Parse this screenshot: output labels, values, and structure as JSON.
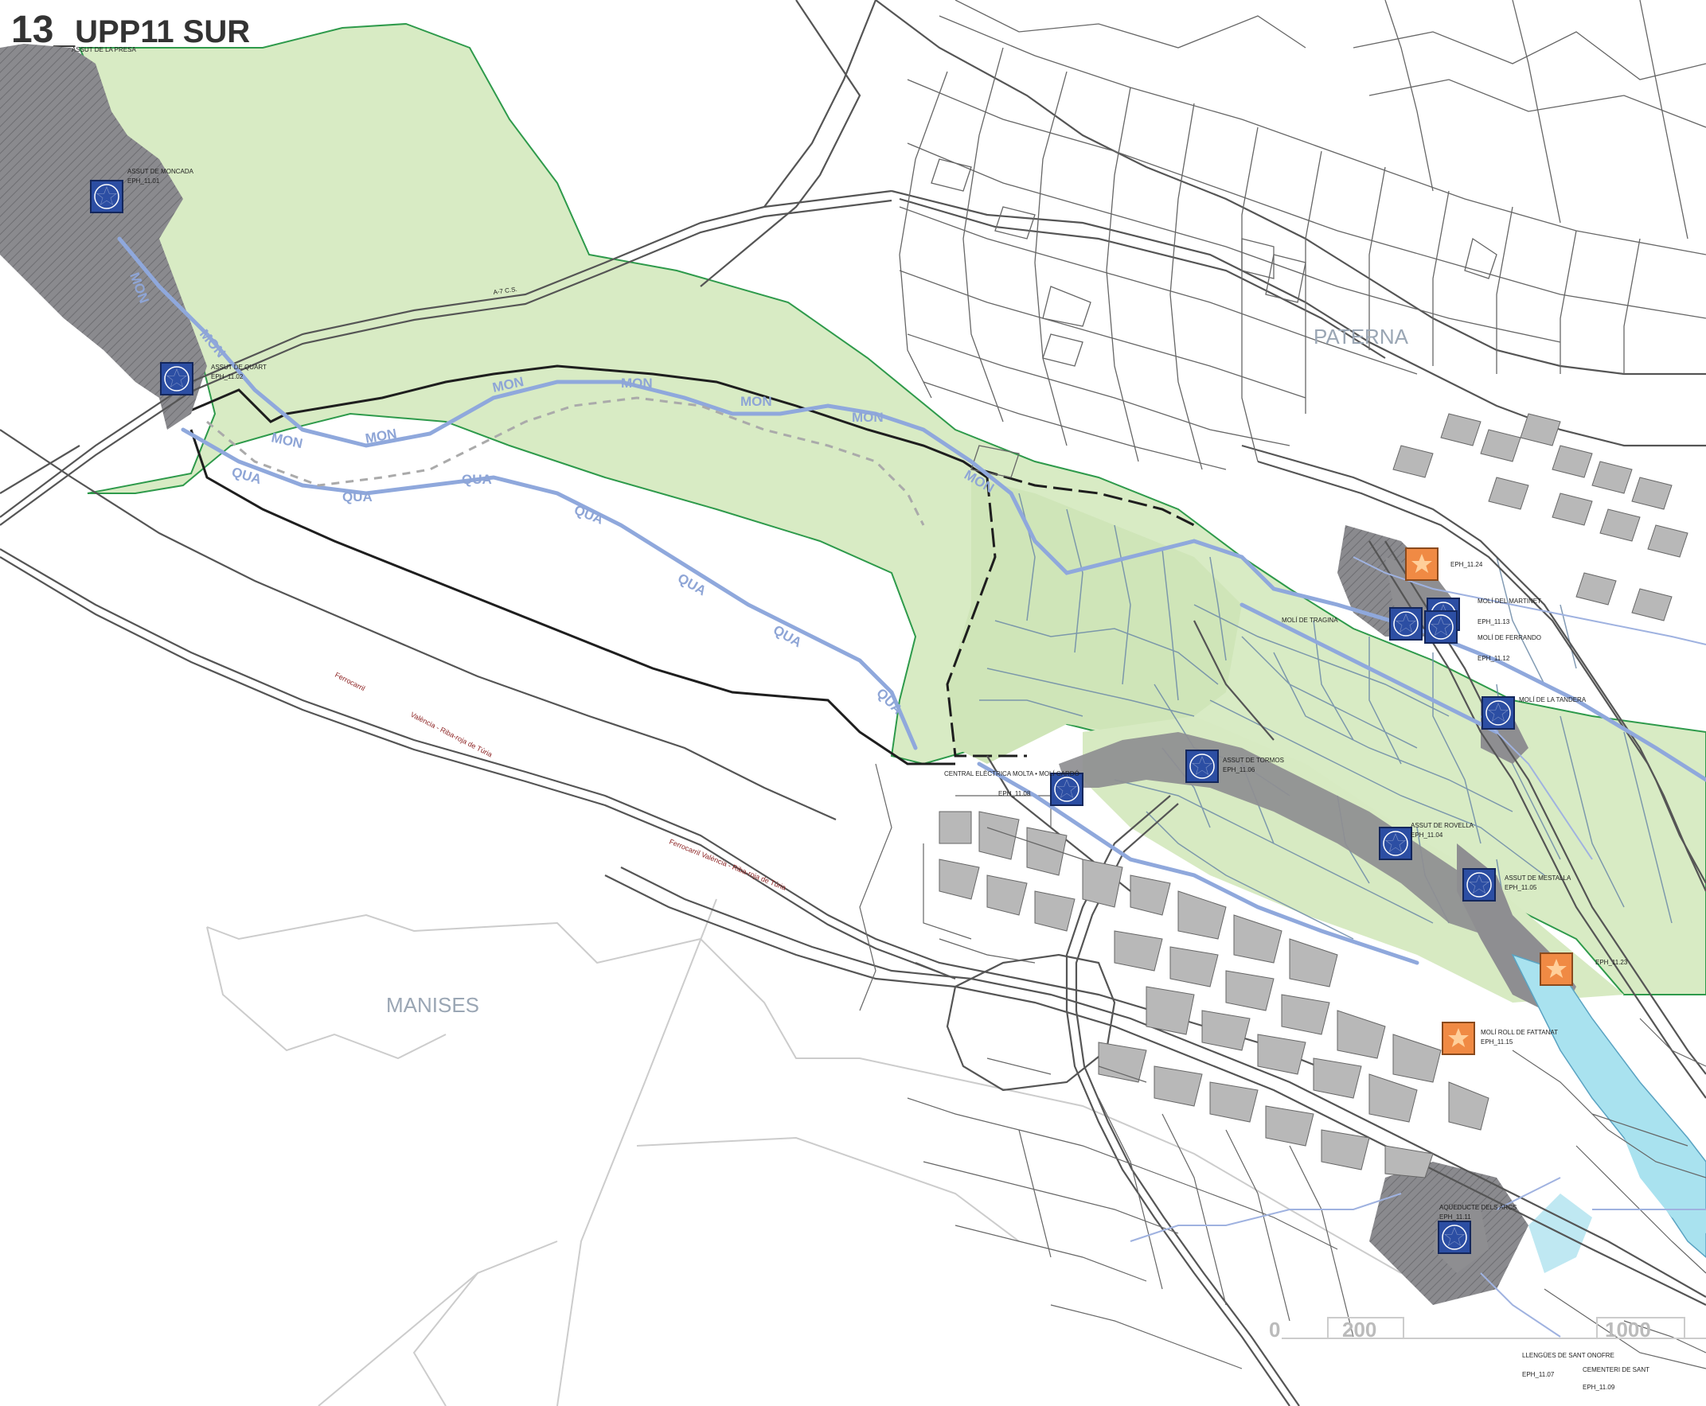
{
  "map": {
    "title_number": "13_",
    "title_name": "UPP11 SUR",
    "places": [
      {
        "id": "paterna",
        "label": "PATERNA"
      },
      {
        "id": "manises",
        "label": "MANISES"
      }
    ],
    "road_labels": [
      {
        "id": "a7",
        "label": "A-7 C.S."
      }
    ],
    "rail_labels": [
      {
        "id": "rail-1",
        "label": "Ferrocarril"
      },
      {
        "id": "rail-2",
        "label": "València - Riba-roja de Túria"
      },
      {
        "id": "rail-3",
        "label": "Ferrocarril València - Riba-roja de Túria"
      }
    ],
    "channel_codes": [
      "MON",
      "QUA"
    ],
    "heritage_sites": [
      {
        "id": "presa",
        "label": "ASSUT DE LA PRESA",
        "code": "",
        "type": "none"
      },
      {
        "id": "moncada",
        "label": "ASSUT DE MONCADA",
        "code": "EPH_11.01",
        "type": "blue-star"
      },
      {
        "id": "quart",
        "label": "ASSUT DE QUART",
        "code": "EPH_11.02",
        "type": "blue-star"
      },
      {
        "id": "central",
        "label": "CENTRAL ELÈCTRICA MOLTA • MOLÍ CARDÓ",
        "code": "EPH_11.08",
        "type": "blue-star"
      },
      {
        "id": "tormos",
        "label": "ASSUT DE TORMOS",
        "code": "EPH_11.06",
        "type": "blue-star"
      },
      {
        "id": "mestalla",
        "label": "ASSUT DE MESTALLA",
        "code": "EPH_11.05",
        "type": "blue-star"
      },
      {
        "id": "rovella",
        "label": "ASSUT DE ROVELLA",
        "code": "EPH_11.04",
        "type": "blue-star"
      },
      {
        "id": "tandera",
        "label": "MOLÍ DE LA TANDERA",
        "code": "",
        "type": "blue-star"
      },
      {
        "id": "martinet",
        "label": "MOLÍ DEL MARTINET",
        "code": "EPH_11.13",
        "type": "blue-star"
      },
      {
        "id": "fernando",
        "label": "MOLÍ DE FERRANDO",
        "code": "EPH_11.12",
        "type": "blue-star"
      },
      {
        "id": "tragina",
        "label": "MOLÍ DE TRAGINA",
        "code": "",
        "type": "blue-star"
      },
      {
        "id": "arcs",
        "label": "AQÜEDUCTE DELS ARCS",
        "code": "EPH_11.11",
        "type": "blue-star"
      },
      {
        "id": "torre",
        "label": "",
        "code": "EPH_11.24",
        "type": "orange-star"
      },
      {
        "id": "orange-2",
        "label": "",
        "code": "EPH_11.23",
        "type": "orange-star"
      },
      {
        "id": "fattanat",
        "label": "MOLÍ ROLL DE FATTANAT",
        "code": "EPH_11.15",
        "type": "orange-star"
      },
      {
        "id": "llengues",
        "label": "LLENGÜES DE SANT ONOFRE",
        "code": "EPH_11.07",
        "type": "none"
      },
      {
        "id": "cementeri",
        "label": "CEMENTERI DE SANT",
        "code": "EPH_11.09",
        "type": "none"
      }
    ],
    "scale_labels": [
      "0",
      "200",
      "1000"
    ],
    "colors": {
      "green_zone": "#d8ebc4",
      "green_border": "#2e9a4b",
      "river_fill": "#a9e2ef",
      "channel": "#8fa8dc",
      "urban_gray": "#8e8e91",
      "hatch_gray": "#7e7e82",
      "road_dark": "#555555",
      "icon_blue": "#2c4ea3",
      "icon_orange": "#f08a44"
    }
  }
}
